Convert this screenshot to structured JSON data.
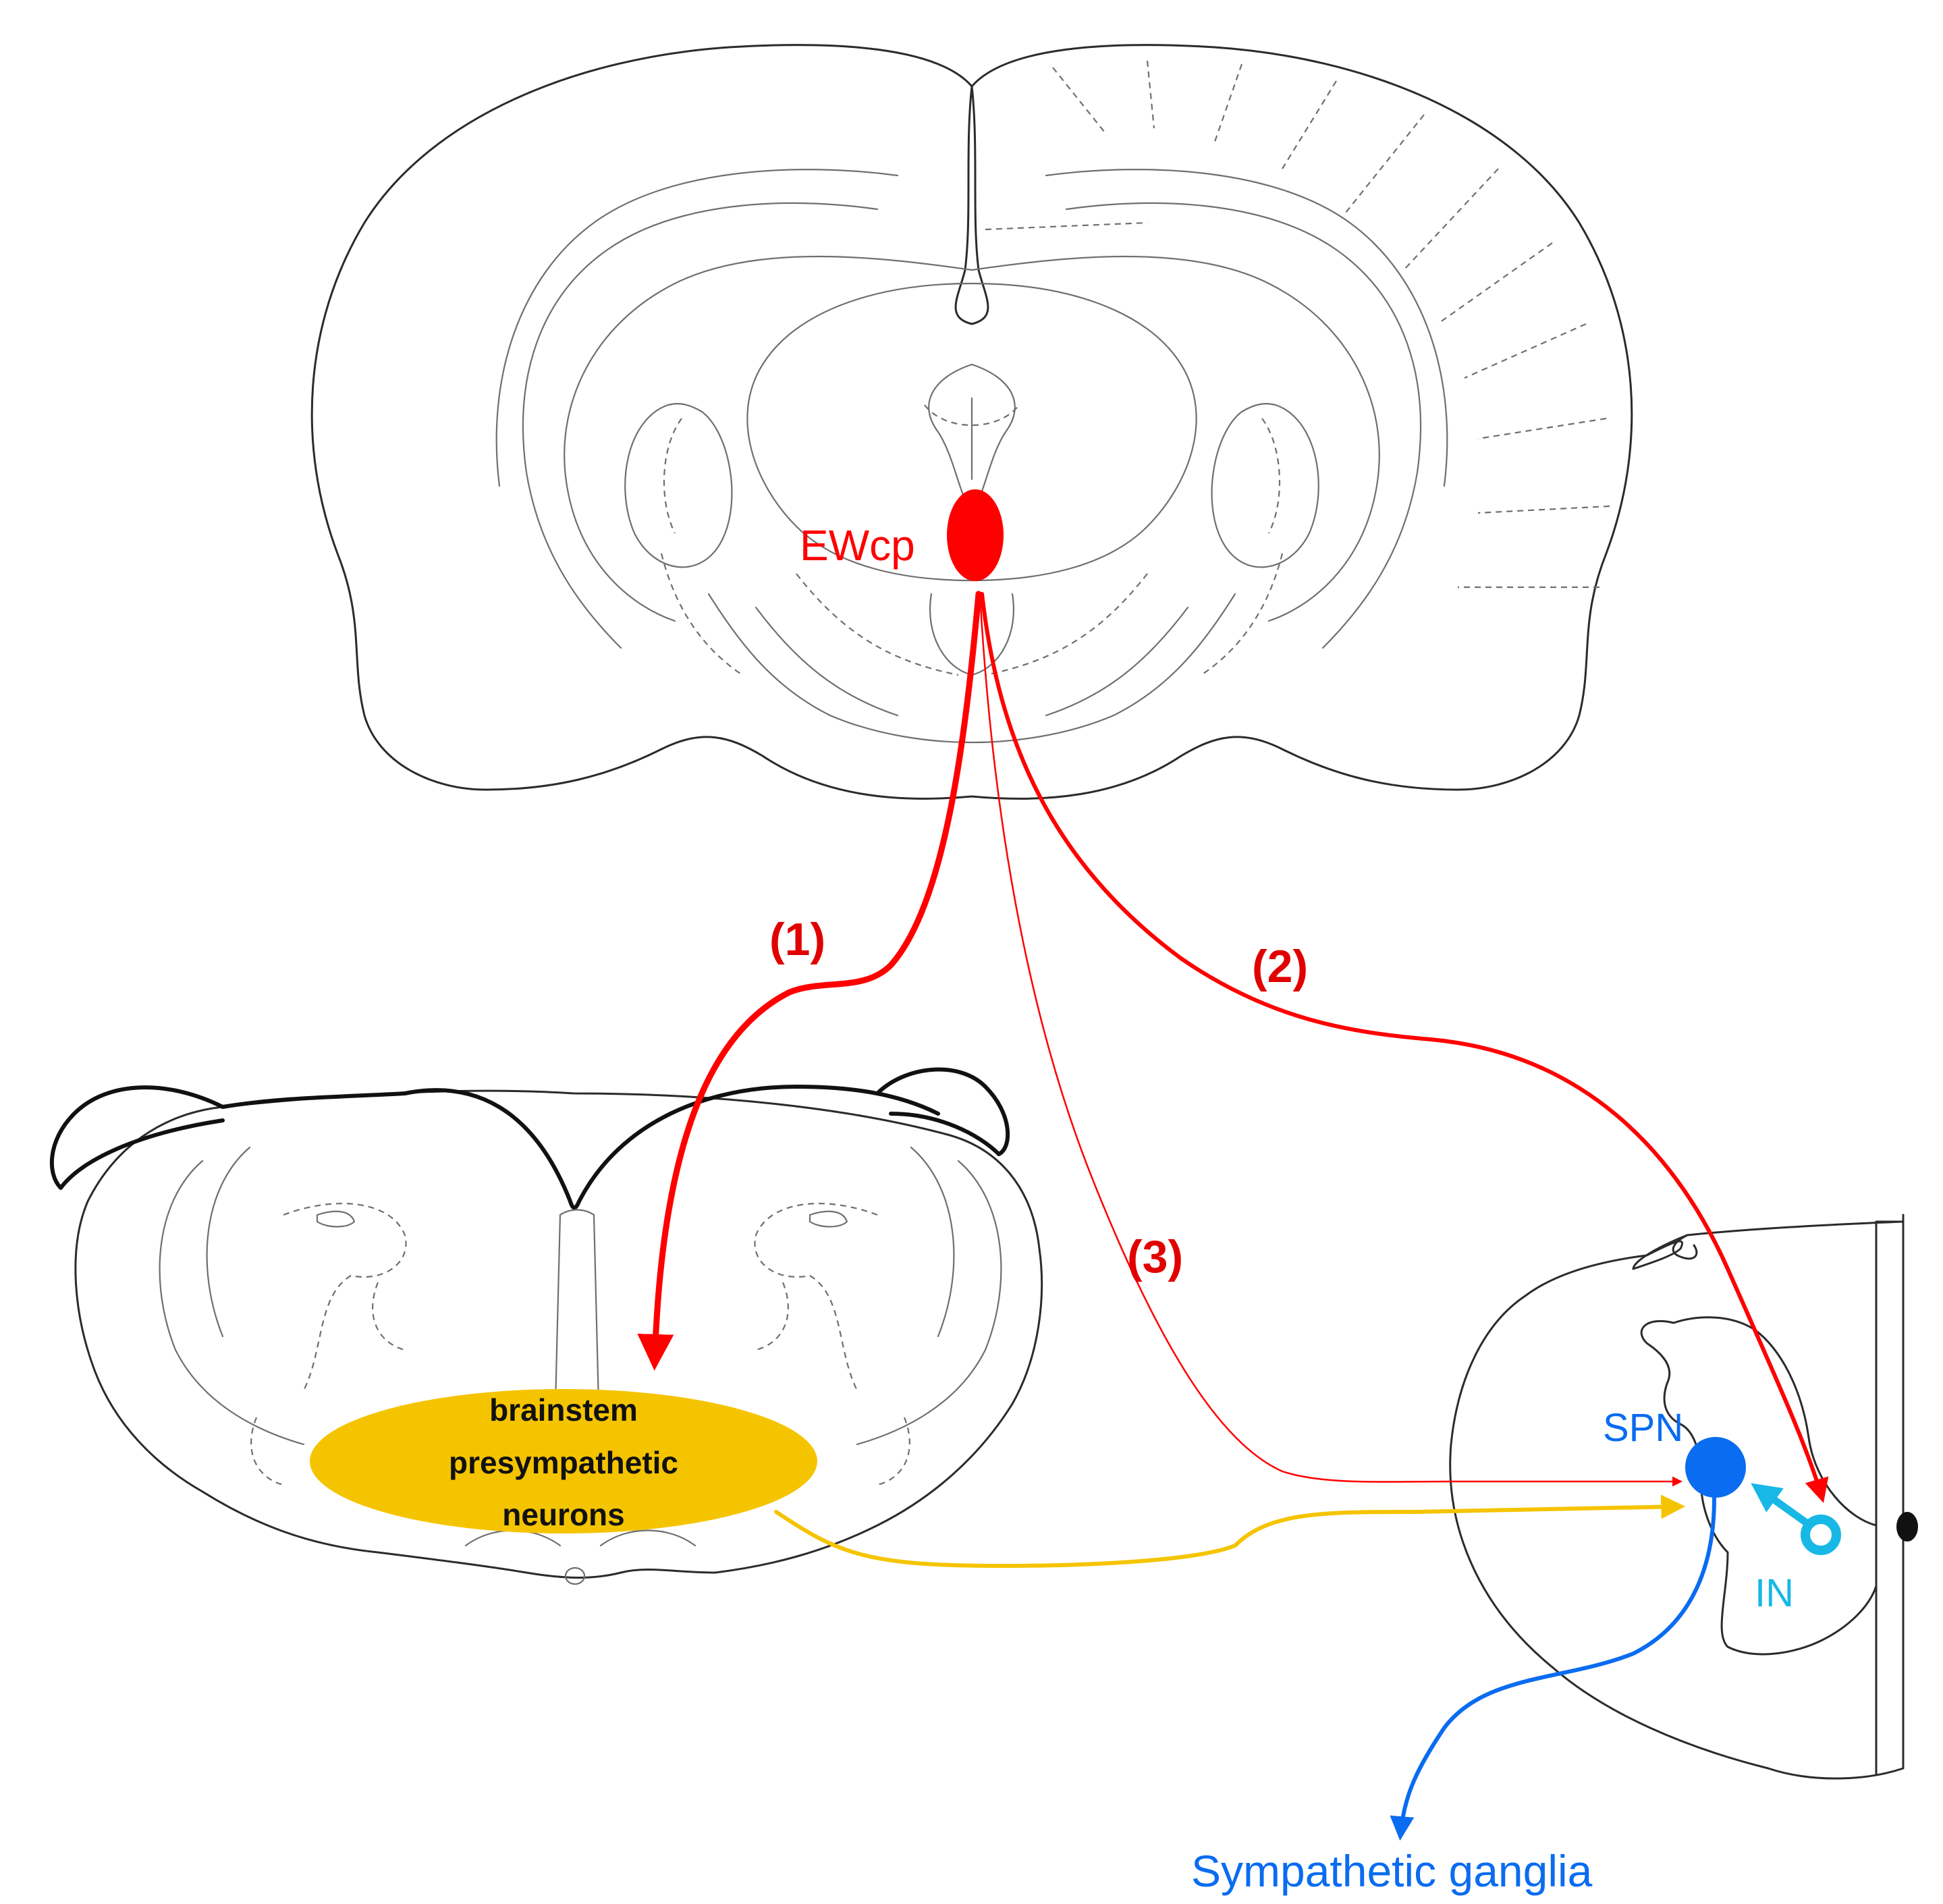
{
  "labels": {
    "ewcp": "EWcp",
    "path1": "(1)",
    "path2": "(2)",
    "path3": "(3)",
    "brainstem_line1": "brainstem",
    "brainstem_line2": "presympathetic",
    "brainstem_line3": "neurons",
    "spn": "SPN",
    "in": "IN",
    "ganglia": "Sympathetic ganglia"
  },
  "colors": {
    "red": "#ff0000",
    "path_label_red": "#e00000",
    "yellow": "#f5c400",
    "blue": "#0a6cf0",
    "cyan": "#17b8e6",
    "outline": "#2b2b2b"
  }
}
